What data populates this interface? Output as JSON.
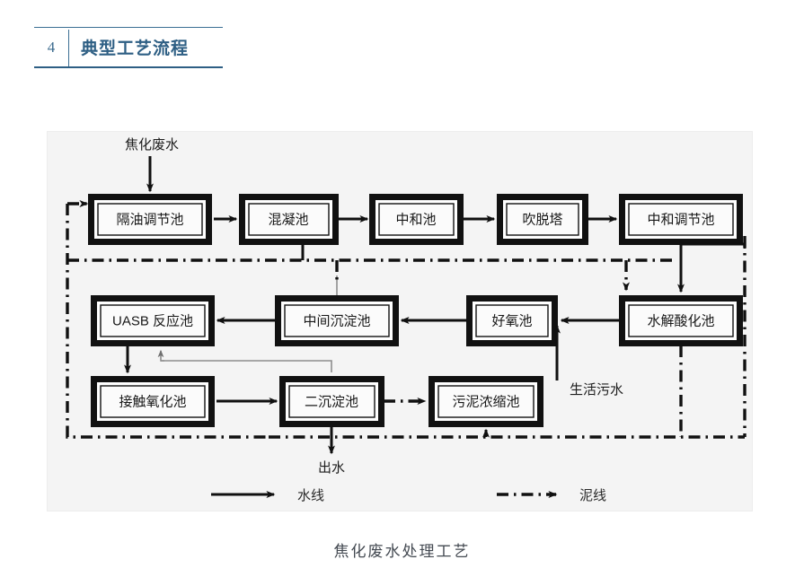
{
  "header": {
    "number": "4",
    "title": "典型工艺流程"
  },
  "caption": "焦化废水处理工艺",
  "diagram": {
    "title": "焦化废水处理工艺",
    "type": "process-flow",
    "inputs": [
      {
        "id": "coking-wastewater",
        "label": "焦化废水"
      },
      {
        "id": "domestic-sewage",
        "label": "生活污水"
      }
    ],
    "outputs": [
      {
        "id": "effluent",
        "label": "出水"
      }
    ],
    "nodes": [
      {
        "id": "oil-separation-regulating-tank",
        "label": "隔油调节池",
        "row": 1,
        "col": 1
      },
      {
        "id": "coagulation-tank",
        "label": "混凝池",
        "row": 1,
        "col": 2
      },
      {
        "id": "neutralization-tank",
        "label": "中和池",
        "row": 1,
        "col": 3
      },
      {
        "id": "stripping-tower",
        "label": "吹脱塔",
        "row": 1,
        "col": 4
      },
      {
        "id": "neutralization-regulating-tank",
        "label": "中和调节池",
        "row": 1,
        "col": 5
      },
      {
        "id": "uasb-reactor",
        "label": "UASB 反应池",
        "row": 2,
        "col": 1
      },
      {
        "id": "intermediate-sedimentation-tank",
        "label": "中间沉淀池",
        "row": 2,
        "col": 2
      },
      {
        "id": "aerobic-tank",
        "label": "好氧池",
        "row": 2,
        "col": 3
      },
      {
        "id": "hydrolysis-acidification-tank",
        "label": "水解酸化池",
        "row": 2,
        "col": 4
      },
      {
        "id": "contact-oxidation-tank",
        "label": "接触氧化池",
        "row": 3,
        "col": 1
      },
      {
        "id": "secondary-sedimentation-tank",
        "label": "二沉淀池",
        "row": 3,
        "col": 2
      },
      {
        "id": "sludge-thickening-tank",
        "label": "污泥浓缩池",
        "row": 3,
        "col": 3
      }
    ],
    "legend": [
      {
        "id": "water-line",
        "label": "水线",
        "style": "solid"
      },
      {
        "id": "sludge-line",
        "label": "泥线",
        "style": "dash-dot"
      }
    ]
  }
}
